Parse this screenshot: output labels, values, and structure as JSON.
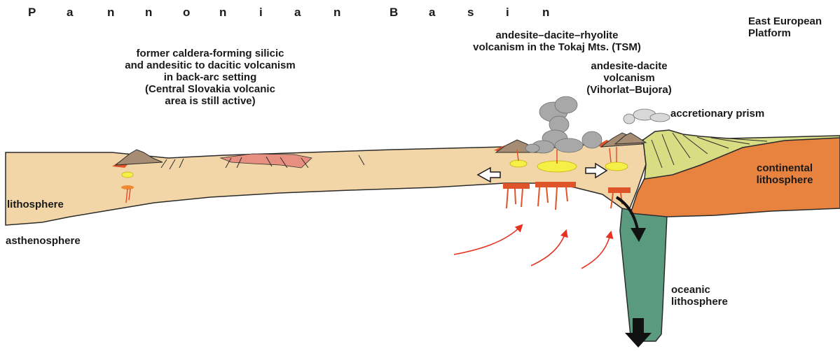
{
  "title": {
    "letters": [
      "P",
      "a",
      "n",
      "n",
      "o",
      "n",
      "i",
      "a",
      "n",
      "B",
      "a",
      "s",
      "i",
      "n"
    ]
  },
  "labels": {
    "platform": "East European\nPlatform",
    "tokaj": "andesite–dacite–rhyolite\nvolcanism in the Tokaj Mts. (TSM)",
    "vihorlat": "andesite-dacite\nvolcanism\n(Vihorlat–Bujora)",
    "caldera": "former caldera-forming silicic\nand andesitic to dacitic volcanism\nin back-arc setting\n(Central Slovakia volcanic\narea is still active)",
    "prism": "accretionary prism",
    "continental": "continental\nlithosphere",
    "lithosphere": "lithosphere",
    "asthenosphere": "asthenosphere",
    "oceanic": "oceanic\nlithosphere"
  },
  "colors": {
    "lithosphere": "#f2d6a8",
    "continental": "#e8823f",
    "prism": "#d8dc82",
    "oceanic": "#5a9a7e",
    "volcano": "#a58c72",
    "lava": "#e0542a",
    "melt": "#f4f048",
    "ash": "#a8a8a8",
    "arrow_red": "#e63222"
  }
}
